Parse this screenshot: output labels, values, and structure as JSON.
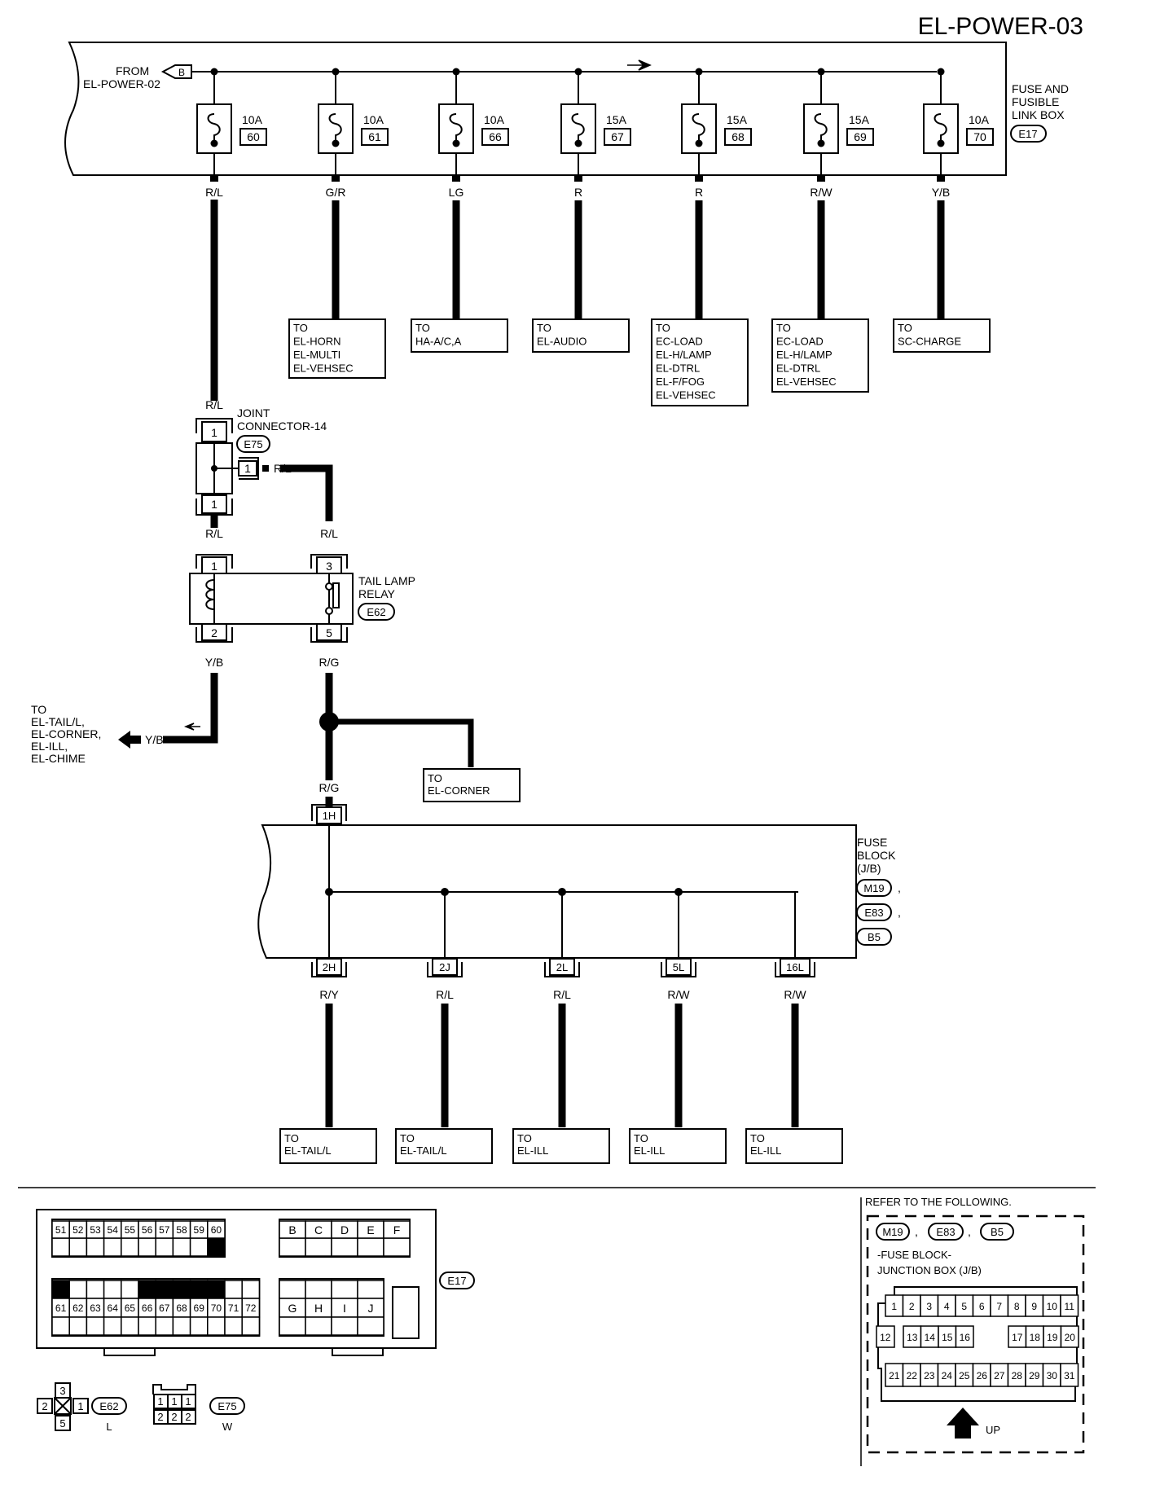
{
  "title": "EL-POWER-03",
  "from_label": "FROM",
  "from_page": "EL-POWER-02",
  "from_connector": "B",
  "fuse_box": {
    "name_lines": [
      "FUSE AND",
      "FUSIBLE",
      "LINK BOX"
    ],
    "connector": "E17",
    "fuses": [
      {
        "rating": "10A",
        "number": "60",
        "wire": "R/L",
        "dest": []
      },
      {
        "rating": "10A",
        "number": "61",
        "wire": "G/R",
        "dest": [
          "TO",
          "EL-HORN",
          "EL-MULTI",
          "EL-VEHSEC"
        ]
      },
      {
        "rating": "10A",
        "number": "66",
        "wire": "LG",
        "dest": [
          "TO",
          "HA-A/C,A"
        ]
      },
      {
        "rating": "15A",
        "number": "67",
        "wire": "R",
        "dest": [
          "TO",
          "EL-AUDIO"
        ]
      },
      {
        "rating": "15A",
        "number": "68",
        "wire": "R",
        "dest": [
          "TO",
          "EC-LOAD",
          "EL-H/LAMP",
          "EL-DTRL",
          "EL-F/FOG",
          "EL-VEHSEC"
        ]
      },
      {
        "rating": "15A",
        "number": "69",
        "wire": "R/W",
        "dest": [
          "TO",
          "EC-LOAD",
          "EL-H/LAMP",
          "EL-DTRL",
          "EL-VEHSEC"
        ]
      },
      {
        "rating": "10A",
        "number": "70",
        "wire": "Y/B",
        "dest": [
          "TO",
          "SC-CHARGE"
        ]
      }
    ]
  },
  "joint_connector": {
    "name_lines": [
      "JOINT",
      "CONNECTOR-14"
    ],
    "connector": "E75",
    "wire_in": "R/L",
    "wire_out": "R/L",
    "wire_side": "R/L",
    "pin_top": "1",
    "pin_side": "1",
    "pin_bottom": "1"
  },
  "relay": {
    "name_lines": [
      "TAIL LAMP",
      "RELAY"
    ],
    "connector": "E62",
    "pin1": "1",
    "pin2": "2",
    "pin3": "3",
    "pin5": "5",
    "wire_pin1": "R/L",
    "wire_pin3": "R/L",
    "wire_pin2": "Y/B",
    "wire_pin5": "R/G",
    "out_wire": "Y/B",
    "out_dest": [
      "TO",
      "EL-TAIL/L,",
      "EL-CORNER,",
      "EL-ILL,",
      "EL-CHIME"
    ]
  },
  "corner_dest": [
    "TO",
    "EL-CORNER"
  ],
  "fuse_block": {
    "name_lines": [
      "FUSE",
      "BLOCK",
      "(J/B)"
    ],
    "connectors": [
      "M19",
      "E83",
      "B5"
    ],
    "separator": ",",
    "in_wire": "R/G",
    "in_pin": "1H",
    "outputs": [
      {
        "pin": "2H",
        "wire": "R/Y",
        "dest": [
          "TO",
          "EL-TAIL/L"
        ]
      },
      {
        "pin": "2J",
        "wire": "R/L",
        "dest": [
          "TO",
          "EL-TAIL/L"
        ]
      },
      {
        "pin": "2L",
        "wire": "R/L",
        "dest": [
          "TO",
          "EL-ILL"
        ]
      },
      {
        "pin": "5L",
        "wire": "R/W",
        "dest": [
          "TO",
          "EL-ILL"
        ]
      },
      {
        "pin": "16L",
        "wire": "R/W",
        "dest": [
          "TO",
          "EL-ILL"
        ]
      }
    ]
  },
  "e17_face": {
    "label": "E17",
    "row1": [
      "51",
      "52",
      "53",
      "54",
      "55",
      "56",
      "57",
      "58",
      "59",
      "60"
    ],
    "row1_filled": [
      "60"
    ],
    "row3": [
      "61",
      "62",
      "63",
      "64",
      "65",
      "66",
      "67",
      "68",
      "69",
      "70",
      "71",
      "72"
    ],
    "row3_filled": [
      "61",
      "66",
      "67",
      "68",
      "69",
      "70"
    ],
    "letters_top": [
      "B",
      "C",
      "D",
      "E",
      "F"
    ],
    "letters_bottom": [
      "G",
      "H",
      "I",
      "J"
    ]
  },
  "e62_face": {
    "label": "E62",
    "color": "L",
    "pins": [
      "3",
      "2",
      "1",
      "5"
    ]
  },
  "e75_face": {
    "label": "E75",
    "color": "W",
    "top": [
      "1",
      "1",
      "1"
    ],
    "bottom": [
      "2",
      "2",
      "2"
    ]
  },
  "refer": {
    "heading": "REFER TO THE FOLLOWING.",
    "connectors": [
      "M19",
      "E83",
      "B5"
    ],
    "separator": ",",
    "lines": [
      "-FUSE BLOCK-",
      "JUNCTION BOX (J/B)"
    ],
    "row1": [
      "1",
      "2",
      "3",
      "4",
      "5",
      "6",
      "7",
      "8",
      "9",
      "10",
      "11"
    ],
    "row2": [
      "12",
      "13",
      "14",
      "15",
      "16",
      "17",
      "18",
      "19",
      "20"
    ],
    "row3": [
      "21",
      "22",
      "23",
      "24",
      "25",
      "26",
      "27",
      "28",
      "29",
      "30",
      "31"
    ],
    "up_label": "UP"
  }
}
